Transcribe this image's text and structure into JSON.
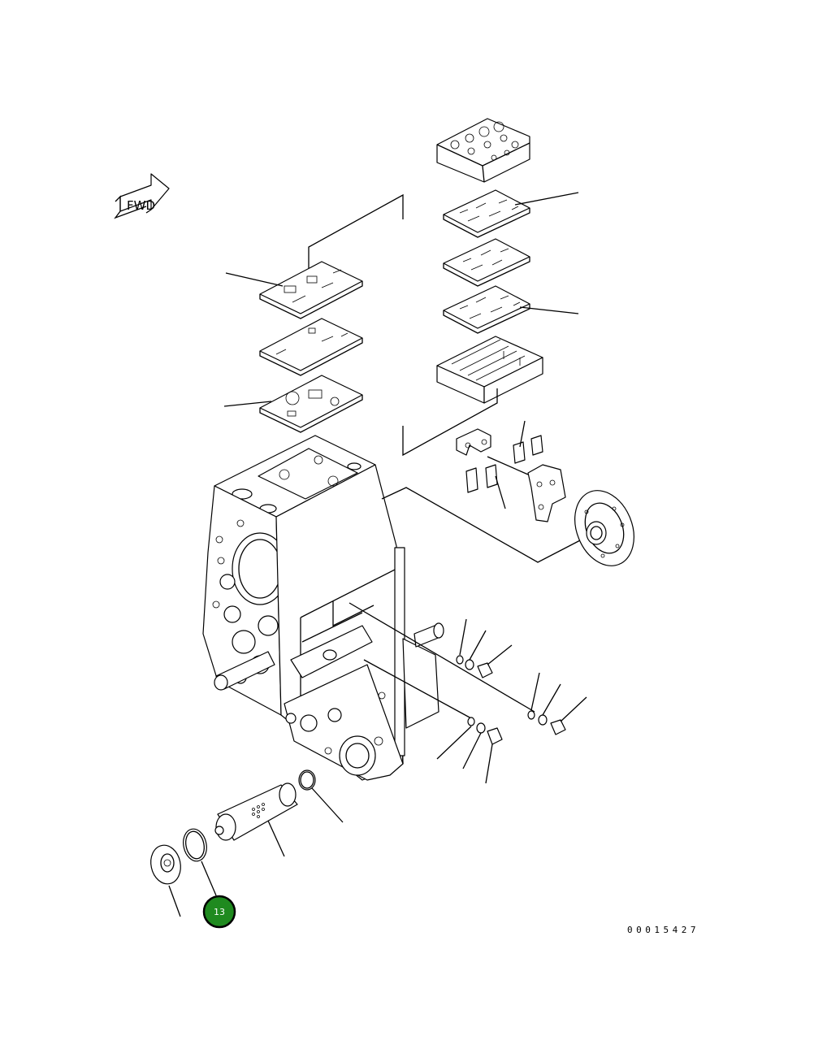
{
  "direction_label": "FWD",
  "callout": {
    "number": "13",
    "color": "#1f8a1f"
  },
  "drawing_number": "00015427"
}
